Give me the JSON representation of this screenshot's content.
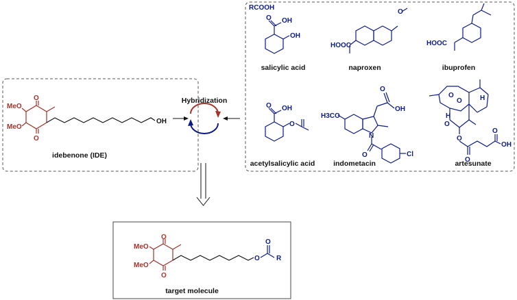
{
  "rcooh": "RCOOH",
  "hybridization": "Hybridization",
  "idebenone": {
    "label": "idebenone (IDE)",
    "meo1": "MeO",
    "meo2": "MeO",
    "o_top": "O",
    "o_bottom": "O",
    "oh": "OH"
  },
  "acids": [
    {
      "name": "salicylic acid"
    },
    {
      "name": "naproxen"
    },
    {
      "name": "ibuprofen"
    },
    {
      "name": "acetylsalicylic acid"
    },
    {
      "name": "indometacin"
    },
    {
      "name": "artesunate"
    }
  ],
  "atoms": {
    "oh": "OH",
    "o": "O",
    "hooc": "HOOC",
    "h3co": "H3CO",
    "n": "N",
    "cl": "Cl",
    "h": "H",
    "r": "R"
  },
  "target": {
    "label": "target molecule",
    "meo1": "MeO",
    "meo2": "MeO",
    "o_top": "O",
    "o_bottom": "O",
    "o_ester": "O",
    "o_carbonyl": "O",
    "r": "R"
  },
  "colors": {
    "idebenone": "#a3332b",
    "acids": "#0c1a86"
  }
}
